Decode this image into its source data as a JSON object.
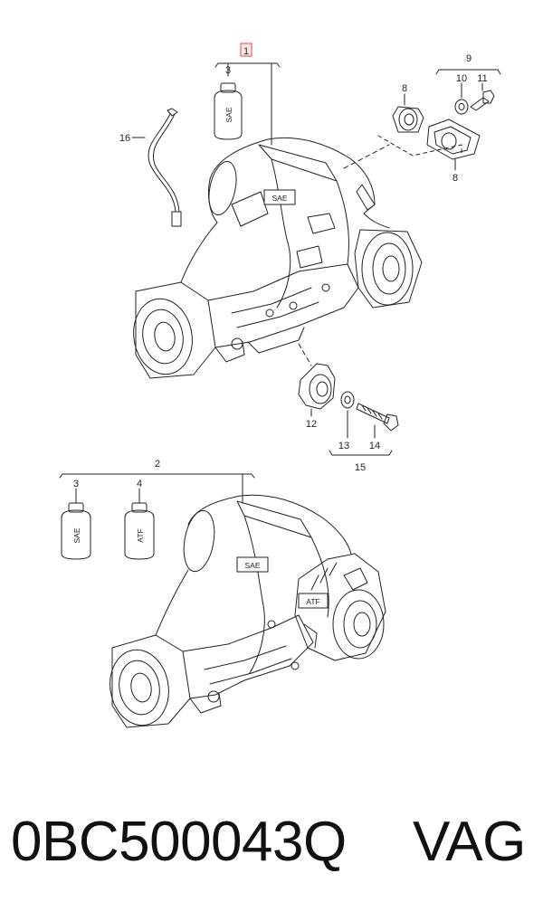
{
  "callouts": {
    "c1": "1",
    "c2": "2",
    "c3a": "3",
    "c3b": "3",
    "c4": "4",
    "c8a": "8",
    "c8b": "8",
    "c9": "9",
    "c10": "10",
    "c11": "11",
    "c12": "12",
    "c13": "13",
    "c14": "14",
    "c15": "15",
    "c16": "16"
  },
  "labels": {
    "sae_bottle_top": "SAE",
    "sae_bottle_bottom": "SAE",
    "atf_bottle": "ATF",
    "sae_tag_top": "SAE",
    "sae_tag_bottom": "SAE",
    "atf_tag": "ATF"
  },
  "footer": {
    "part_number": "0BC500043Q",
    "brand": "VAG"
  },
  "colors": {
    "line": "#222222",
    "highlight": "#e5484d"
  }
}
